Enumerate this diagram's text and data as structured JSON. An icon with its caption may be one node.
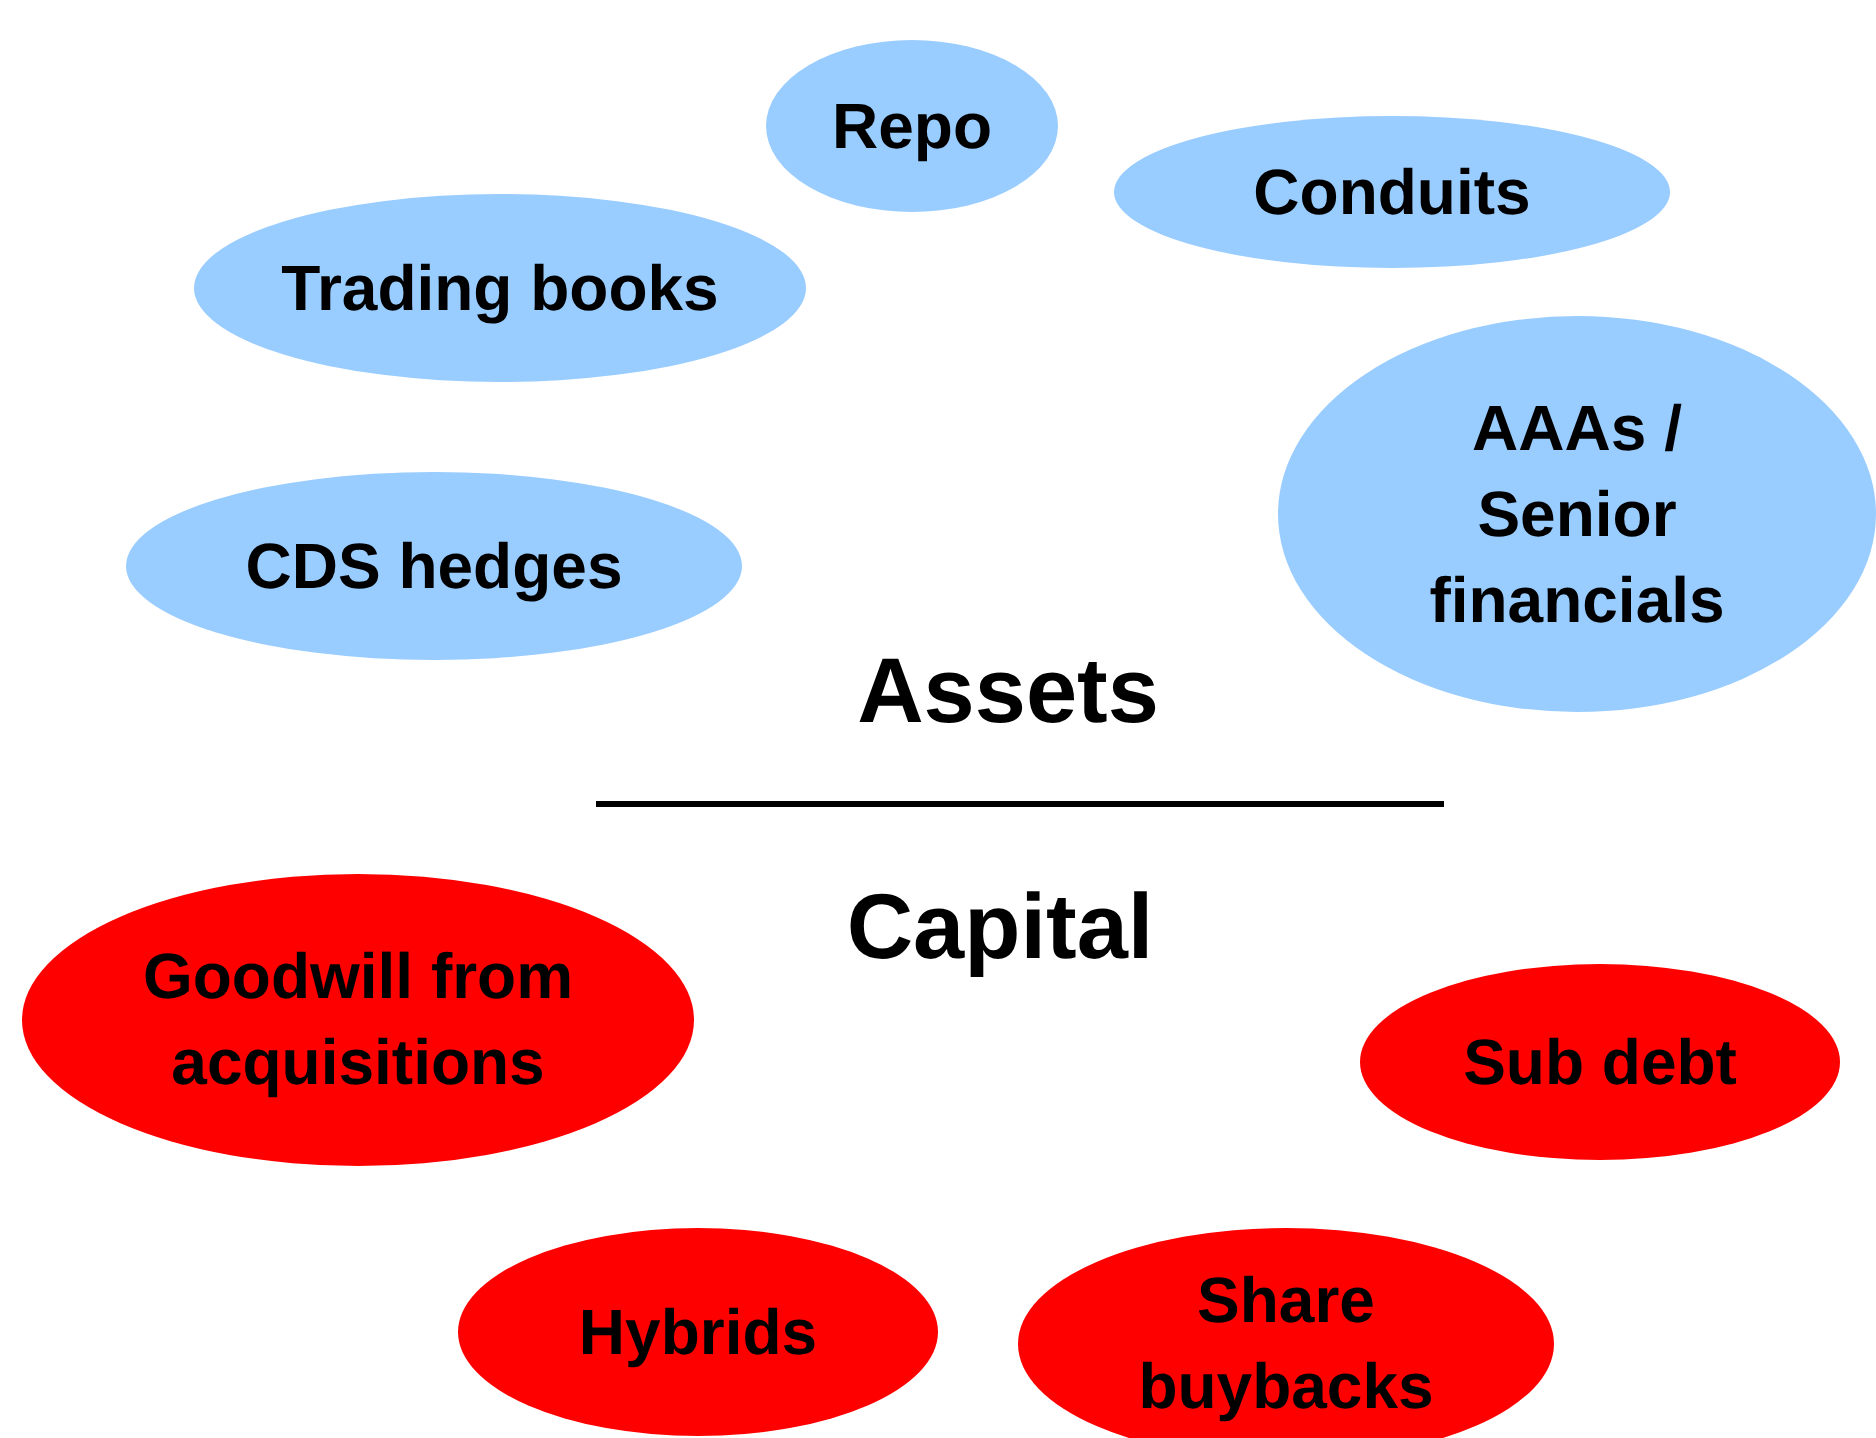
{
  "diagram": {
    "nodes": [
      {
        "text": [
          "Repo"
        ]
      },
      {
        "text": [
          "Conduits"
        ]
      },
      {
        "text": [
          "Trading books"
        ]
      },
      {
        "text": [
          "AAAs / Senior financials"
        ]
      },
      {
        "text": [
          "CDS hedges"
        ]
      },
      {
        "text": [
          "Goodwill from acquisitions"
        ]
      },
      {
        "text": [
          "Sub debt"
        ]
      },
      {
        "text": [
          "Hybrids"
        ]
      },
      {
        "text": [
          "Share buybacks"
        ]
      }
    ],
    "labels": [
      "Assets",
      "Capital"
    ]
  }
}
